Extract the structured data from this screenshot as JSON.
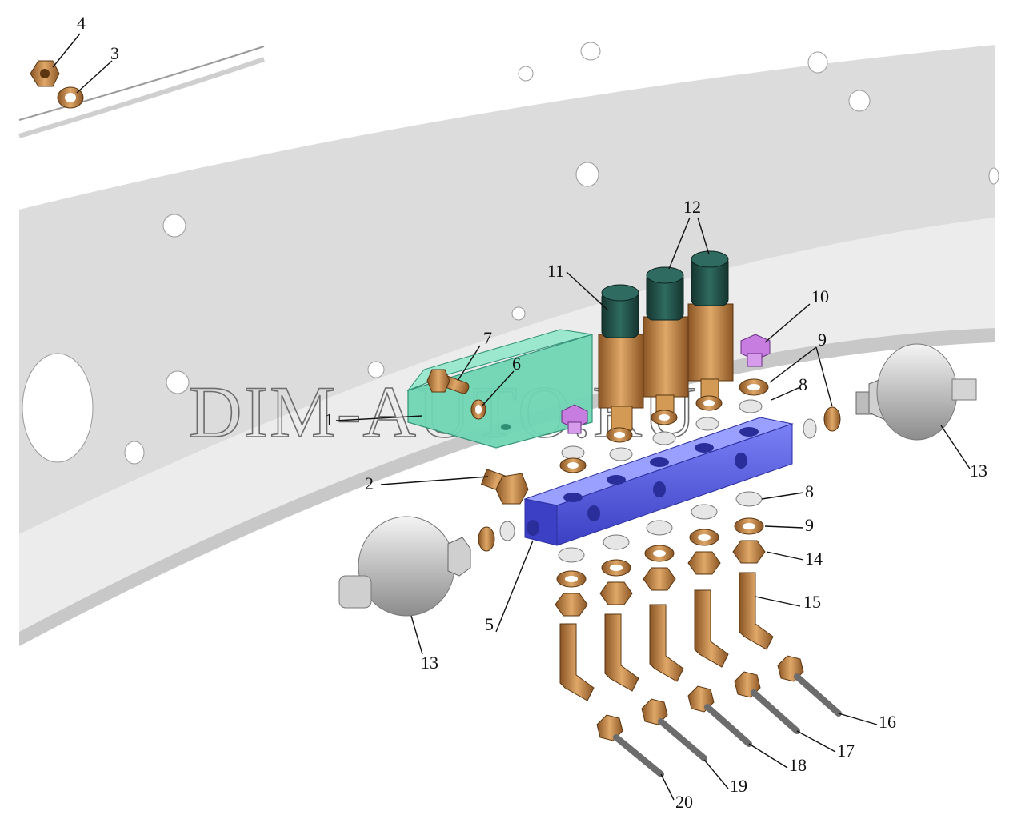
{
  "watermark": "DIM-AUTO.RU",
  "callouts": {
    "c1": "1",
    "c2": "2",
    "c3": "3",
    "c4": "4",
    "c5": "5",
    "c6": "6",
    "c7": "7",
    "c8a": "8",
    "c8b": "8",
    "c9a": "9",
    "c9b": "9",
    "c10": "10",
    "c11": "11",
    "c12": "12",
    "c13a": "13",
    "c13b": "13",
    "c14": "14",
    "c15": "15",
    "c16": "16",
    "c17": "17",
    "c18": "18",
    "c19": "19",
    "c20": "20"
  },
  "colors": {
    "frame": "#d9d9d9",
    "frame_edge": "#bdbdbd",
    "bracket": "#6fd6b4",
    "manifold": "#5f66e6",
    "sensor_body": "#c8c8c8",
    "bronze": "#c68a4c",
    "dark_green": "#1f4b45",
    "plug": "#c77de0"
  }
}
